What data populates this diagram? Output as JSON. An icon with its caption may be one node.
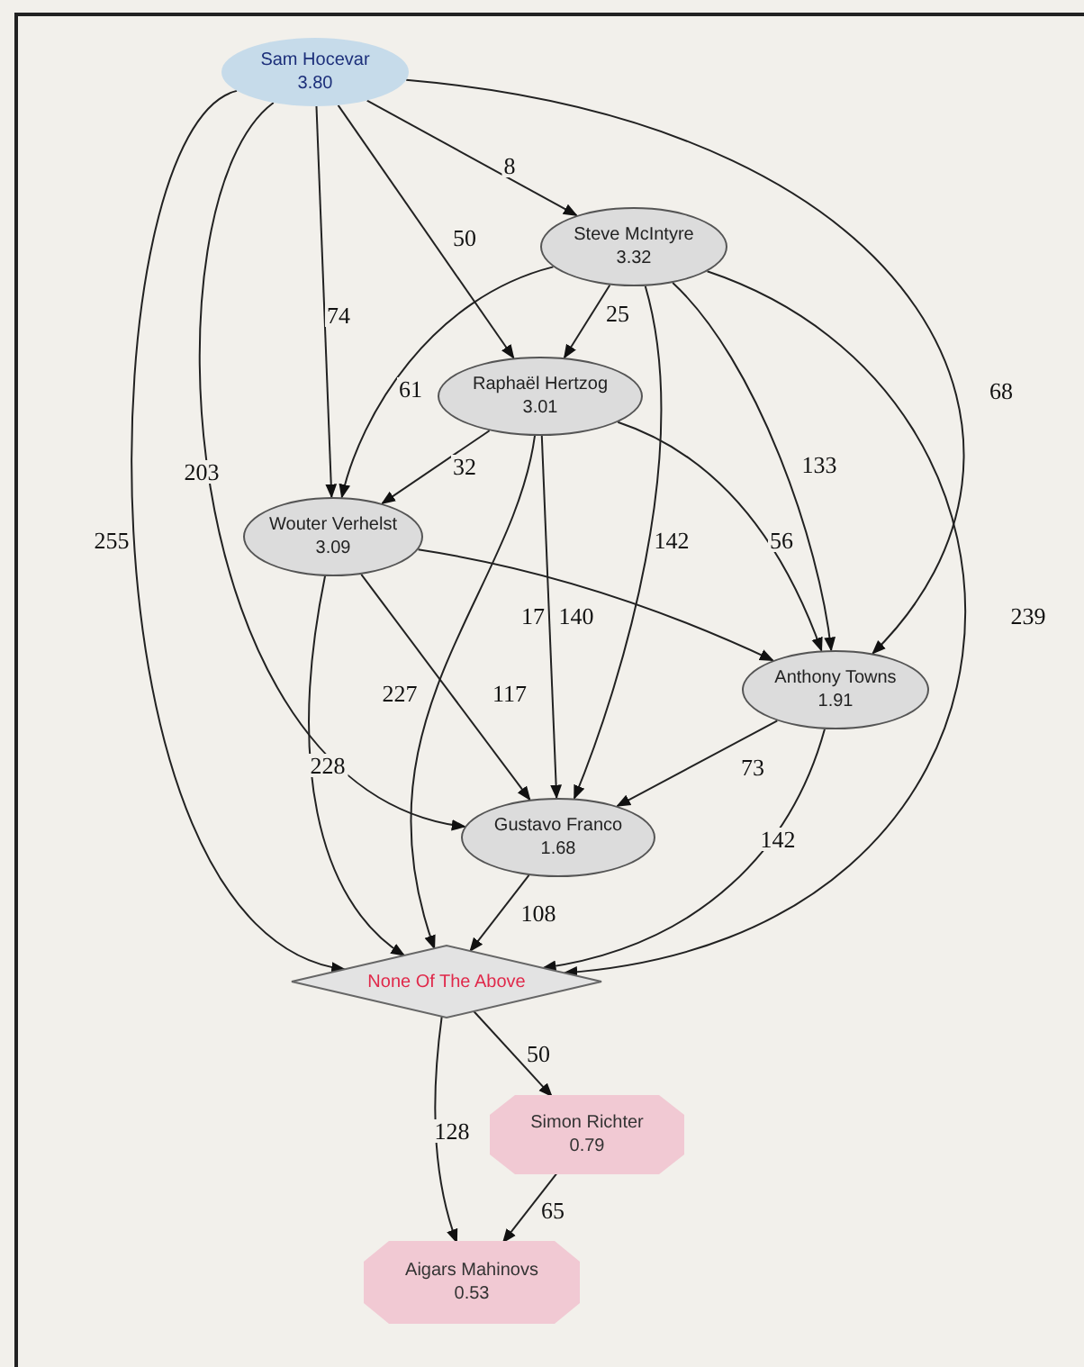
{
  "diagram": {
    "nodes": [
      {
        "text": [
          "Sam Hocevar",
          "3.80"
        ]
      },
      {
        "text": [
          "Steve McIntyre",
          "3.32"
        ]
      },
      {
        "text": [
          "Raphaël Hertzog",
          "3.01"
        ]
      },
      {
        "text": [
          "Wouter Verhelst",
          "3.09"
        ]
      },
      {
        "text": [
          "Anthony Towns",
          "1.91"
        ]
      },
      {
        "text": [
          "Gustavo Franco",
          "1.68"
        ]
      },
      {
        "text": [
          "None Of The Above"
        ]
      },
      {
        "text": [
          "Simon Richter",
          "0.79"
        ]
      },
      {
        "text": [
          "Aigars Mahinovs",
          "0.53"
        ]
      }
    ],
    "edges": [
      {
        "from": 0,
        "to": 1,
        "arrow": "to",
        "label": "8"
      },
      {
        "from": 0,
        "to": 2,
        "arrow": "to",
        "label": "50"
      },
      {
        "from": 0,
        "to": 3,
        "arrow": "to",
        "label": "74"
      },
      {
        "from": 0,
        "to": 4,
        "arrow": "to",
        "label": "68"
      },
      {
        "from": 0,
        "to": 5,
        "arrow": "to",
        "label": "203"
      },
      {
        "from": 0,
        "to": 6,
        "arrow": "to",
        "label": "255"
      },
      {
        "from": 1,
        "to": 2,
        "arrow": "to",
        "label": "25"
      },
      {
        "from": 1,
        "to": 3,
        "arrow": "to",
        "label": "61"
      },
      {
        "from": 1,
        "to": 5,
        "arrow": "to",
        "label": "142"
      },
      {
        "from": 1,
        "to": 4,
        "arrow": "to",
        "label": "133"
      },
      {
        "from": 1,
        "to": 6,
        "arrow": "to",
        "label": "239"
      },
      {
        "from": 2,
        "to": 3,
        "arrow": "to",
        "label": "32"
      },
      {
        "from": 2,
        "to": 5,
        "arrow": "to",
        "label": "140"
      },
      {
        "from": 2,
        "to": 4,
        "arrow": "to",
        "label": "56"
      },
      {
        "from": 2,
        "to": 6,
        "arrow": "to",
        "label": "227"
      },
      {
        "from": 3,
        "to": 5,
        "arrow": "to",
        "label": "117"
      },
      {
        "from": 3,
        "to": 4,
        "arrow": "to",
        "label": "17"
      },
      {
        "from": 3,
        "to": 6,
        "arrow": "to",
        "label": "228"
      },
      {
        "from": 4,
        "to": 5,
        "arrow": "to",
        "label": "73"
      },
      {
        "from": 4,
        "to": 6,
        "arrow": "to",
        "label": "142"
      },
      {
        "from": 5,
        "to": 6,
        "arrow": "to",
        "label": "108"
      },
      {
        "from": 6,
        "to": 7,
        "arrow": "to",
        "label": "50"
      },
      {
        "from": 6,
        "to": 8,
        "arrow": "to",
        "label": "128"
      },
      {
        "from": 7,
        "to": 8,
        "arrow": "to",
        "label": "65"
      }
    ]
  }
}
